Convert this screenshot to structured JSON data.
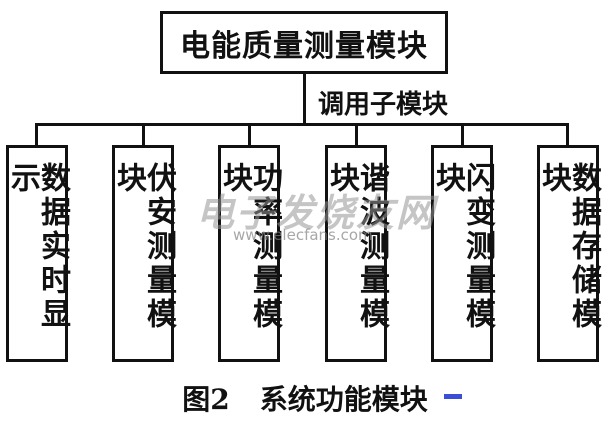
{
  "diagram": {
    "top_module": "电能质量测量模块",
    "connector_label": "调用子模块",
    "sub_modules": [
      "数据实时显示",
      "伏安测量模块",
      "功率测量模块",
      "谐波测量模块",
      "闪变测量模块",
      "数据存储模块"
    ]
  },
  "caption": {
    "figure": "图2",
    "title": "系统功能模块"
  },
  "watermark": {
    "text": "电子发烧友网",
    "url": "www.elecfans.com"
  },
  "colors": {
    "line": "#111111",
    "watermark": "#969696",
    "tag_mark": "#3a4fd6"
  }
}
